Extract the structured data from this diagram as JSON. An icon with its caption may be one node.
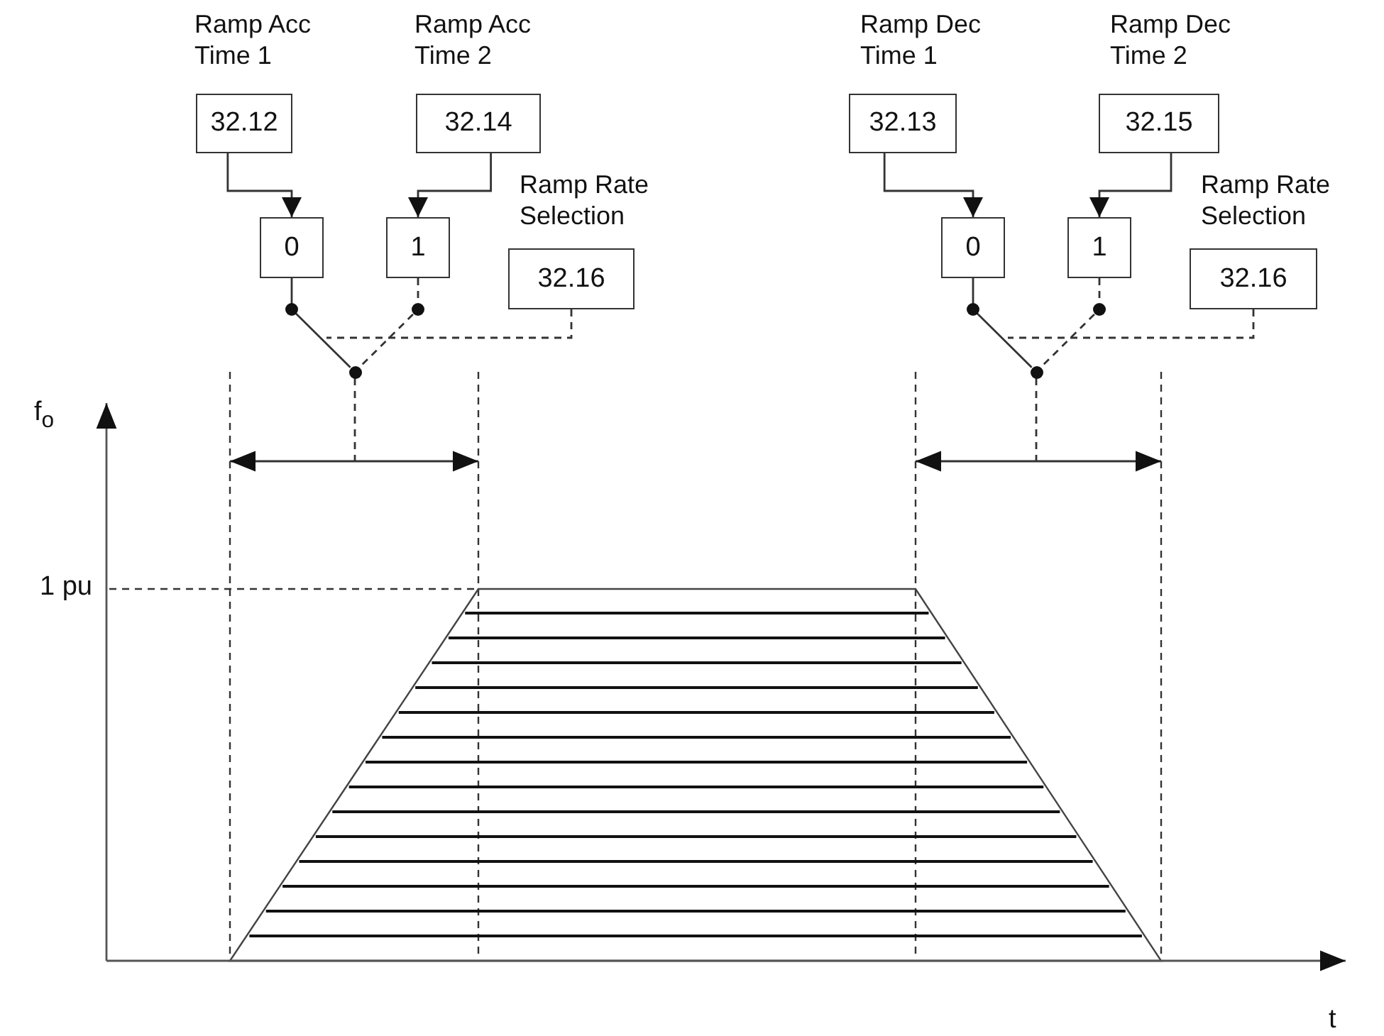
{
  "diagram": {
    "nodes": [
      {
        "text": [
          "Ramp Acc Time 1",
          "32.12"
        ]
      },
      {
        "text": [
          "Ramp Acc Time 2",
          "32.14"
        ]
      },
      {
        "text": [
          "0"
        ]
      },
      {
        "text": [
          "1"
        ]
      },
      {
        "text": [
          "Ramp Rate Selection",
          "32.16"
        ]
      },
      {
        "text": [],
        "shape": "circle"
      },
      {
        "text": [
          "Ramp Dec Time 1",
          "32.13"
        ]
      },
      {
        "text": [
          "Ramp Dec Time 2",
          "32.15"
        ]
      },
      {
        "text": [
          "0"
        ]
      },
      {
        "text": [
          "1"
        ]
      },
      {
        "text": [
          "Ramp Rate Selection",
          "32.16"
        ]
      },
      {
        "text": [],
        "shape": "circle"
      }
    ],
    "edges": [
      {
        "from": 0,
        "to": 2,
        "arrow": "to"
      },
      {
        "from": 1,
        "to": 3,
        "arrow": "to"
      },
      {
        "from": 2,
        "to": 5,
        "arrow": "none"
      },
      {
        "from": 3,
        "to": 5,
        "arrow": "none",
        "style": "dashed"
      },
      {
        "from": 4,
        "to": null,
        "arrow": "none",
        "style": "dashed"
      },
      {
        "from": 5,
        "to": null,
        "arrow": "none",
        "style": "dashed"
      },
      {
        "from": 6,
        "to": 8,
        "arrow": "to"
      },
      {
        "from": 7,
        "to": 9,
        "arrow": "to"
      },
      {
        "from": 8,
        "to": 11,
        "arrow": "none"
      },
      {
        "from": 9,
        "to": 11,
        "arrow": "none",
        "style": "dashed"
      },
      {
        "from": 10,
        "to": null,
        "arrow": "none",
        "style": "dashed"
      },
      {
        "from": 11,
        "to": null,
        "arrow": "none",
        "style": "dashed"
      }
    ],
    "labels": [
      "f$_{o}$",
      "1 pu",
      "t"
    ]
  }
}
